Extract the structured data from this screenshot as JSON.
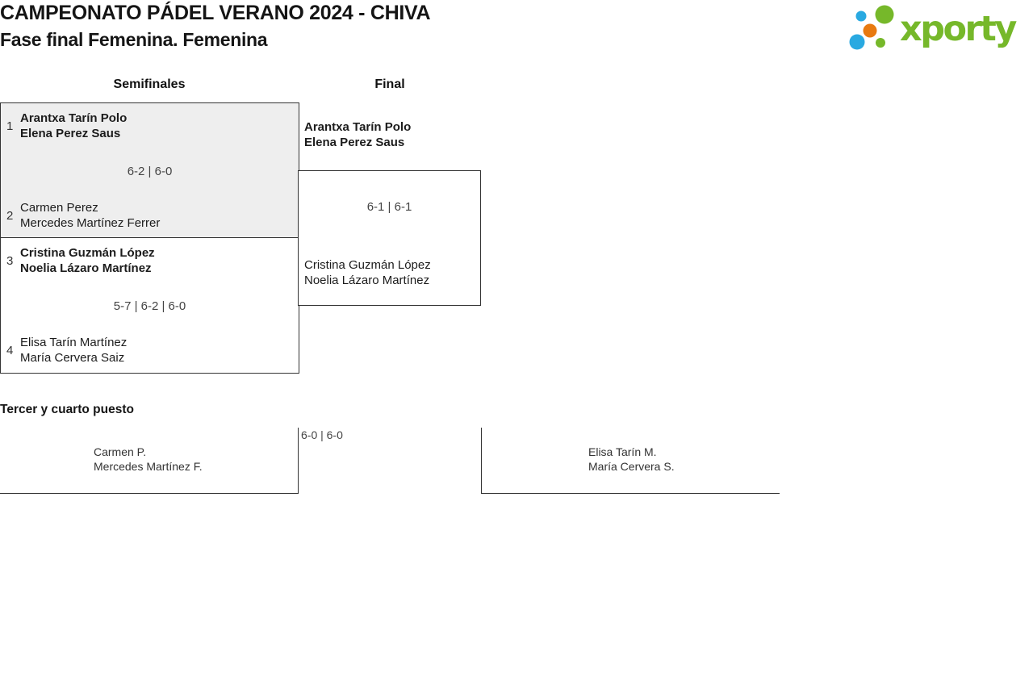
{
  "header": {
    "title": "CAMPEONATO PÁDEL VERANO 2024 - CHIVA",
    "subtitle": "Fase final Femenina. Femenina"
  },
  "logo": {
    "text": "xporty"
  },
  "rounds": {
    "semifinals": "Semifinales",
    "final": "Final"
  },
  "semifinal1": {
    "seed1": "1",
    "team1": [
      "Arantxa Tarín Polo",
      "Elena Perez Saus"
    ],
    "score": "6-2 | 6-0",
    "seed2": "2",
    "team2": [
      "Carmen Perez",
      "Mercedes Martínez Ferrer"
    ]
  },
  "semifinal2": {
    "seed1": "3",
    "team1": [
      "Cristina Guzmán López",
      "Noelia Lázaro Martínez"
    ],
    "score": "5-7 | 6-2 | 6-0",
    "seed2": "4",
    "team2": [
      "Elisa Tarín Martínez",
      "María Cervera Saiz"
    ]
  },
  "final": {
    "team1": [
      "Arantxa Tarín Polo",
      "Elena Perez Saus"
    ],
    "score": "6-1 | 6-1",
    "team2": [
      "Cristina Guzmán López",
      "Noelia Lázaro Martínez"
    ]
  },
  "third_place": {
    "heading": "Tercer y cuarto puesto",
    "score": "6-0 | 6-0",
    "team1": [
      "Carmen P.",
      "Mercedes Martínez F."
    ],
    "team2": [
      "Elisa Tarín M.",
      "María Cervera S."
    ]
  },
  "theme": {
    "logo-green": "#76b82a",
    "logo-blue": "#29a9e1",
    "logo-orange": "#e87a10",
    "line-color": "#333333",
    "box-fill": "#eeeeee"
  }
}
